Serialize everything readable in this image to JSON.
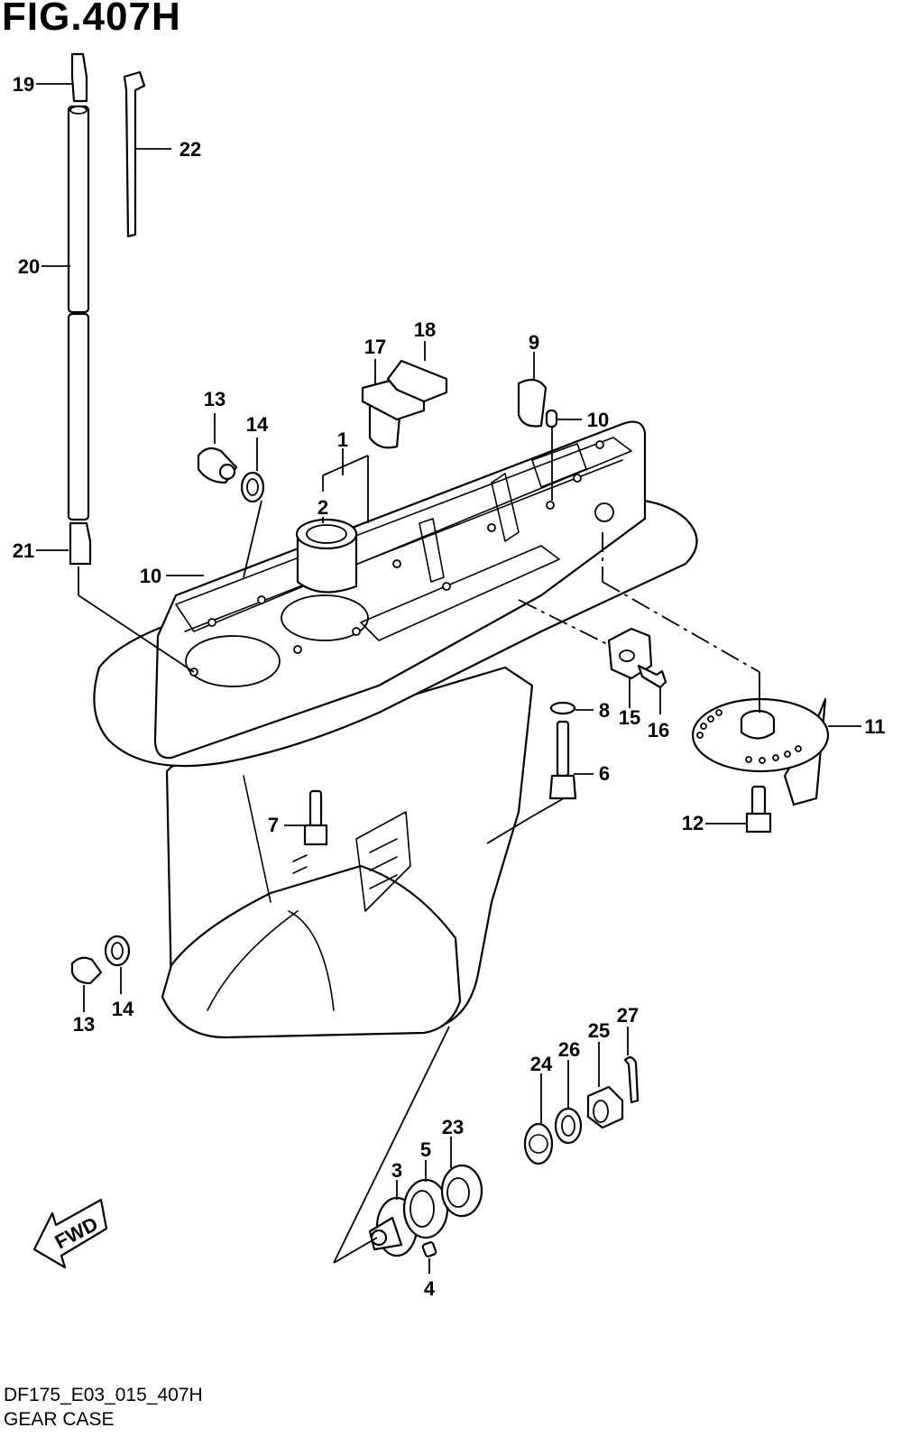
{
  "figure": {
    "title": "FIG.407H",
    "code": "DF175_E03_015_407H",
    "name": "GEAR CASE"
  },
  "arrow": {
    "label": "FWD",
    "icon": "fwd-arrow-icon"
  },
  "callouts": {
    "c1": "1",
    "c2": "2",
    "c3": "3",
    "c4": "4",
    "c5": "5",
    "c6": "6",
    "c7": "7",
    "c8": "8",
    "c9": "9",
    "c10a": "10",
    "c10b": "10",
    "c11": "11",
    "c12": "12",
    "c13a": "13",
    "c13b": "13",
    "c14a": "14",
    "c14b": "14",
    "c15": "15",
    "c16": "16",
    "c17": "17",
    "c18": "18",
    "c19": "19",
    "c20": "20",
    "c21": "21",
    "c22": "22",
    "c23": "23",
    "c24": "24",
    "c25": "25",
    "c26": "26",
    "c27": "27"
  }
}
